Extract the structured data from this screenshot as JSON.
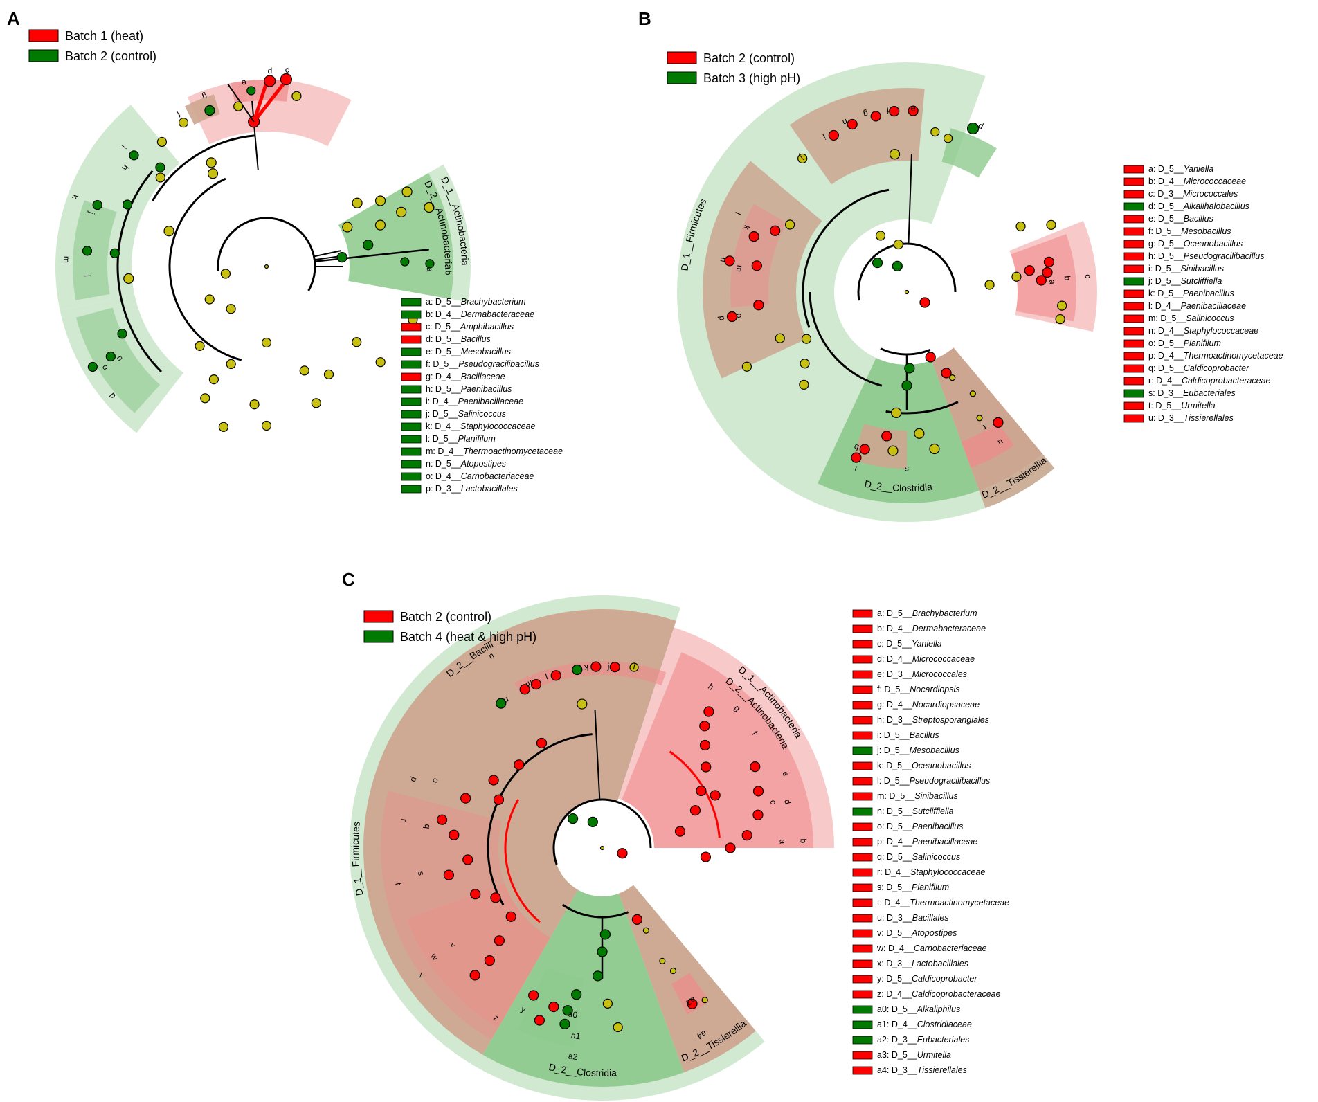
{
  "colors": {
    "enriched_red": "#ff0000",
    "enriched_green": "#007a00",
    "neutral_node": "#c8c010",
    "sector_red_light": "#f8c6c6",
    "sector_red_mid": "#f08a8a",
    "sector_green_light": "#cde8cd",
    "sector_green_mid": "#8fca8f",
    "sector_brown": "#cda690",
    "branch": "#000000"
  },
  "panels": [
    {
      "id": "A",
      "label": "A",
      "legend": [
        {
          "label": "Batch 1 (heat)",
          "color": "red"
        },
        {
          "label": "Batch 2 (control)",
          "color": "green"
        }
      ],
      "clade_labels": [
        {
          "text": "D_1__Actinobacteria"
        },
        {
          "text": "D_2__Actinobacteria"
        }
      ],
      "sector_letters": [
        "g",
        "e",
        "d",
        "c",
        "f",
        "i",
        "h",
        "k",
        "j",
        "m",
        "l",
        "p",
        "o",
        "n",
        "a",
        "b"
      ],
      "key": [
        {
          "code": "a",
          "level": "D_5",
          "taxon": "Brachybacterium",
          "color": "green"
        },
        {
          "code": "b",
          "level": "D_4",
          "taxon": "Dermabacteraceae",
          "color": "green"
        },
        {
          "code": "c",
          "level": "D_5",
          "taxon": "Amphibacillus",
          "color": "red"
        },
        {
          "code": "d",
          "level": "D_5",
          "taxon": "Bacillus",
          "color": "red"
        },
        {
          "code": "e",
          "level": "D_5",
          "taxon": "Mesobacillus",
          "color": "green"
        },
        {
          "code": "f",
          "level": "D_5",
          "taxon": "Pseudogracilibacillus",
          "color": "green"
        },
        {
          "code": "g",
          "level": "D_4",
          "taxon": "Bacillaceae",
          "color": "red"
        },
        {
          "code": "h",
          "level": "D_5",
          "taxon": "Paenibacillus",
          "color": "green"
        },
        {
          "code": "i",
          "level": "D_4",
          "taxon": "Paenibacillaceae",
          "color": "green"
        },
        {
          "code": "j",
          "level": "D_5",
          "taxon": "Salinicoccus",
          "color": "green"
        },
        {
          "code": "k",
          "level": "D_4",
          "taxon": "Staphylococcaceae",
          "color": "green"
        },
        {
          "code": "l",
          "level": "D_5",
          "taxon": "Planifilum",
          "color": "green"
        },
        {
          "code": "m",
          "level": "D_4",
          "taxon": "Thermoactinomycetaceae",
          "color": "green"
        },
        {
          "code": "n",
          "level": "D_5",
          "taxon": "Atopostipes",
          "color": "green"
        },
        {
          "code": "o",
          "level": "D_4",
          "taxon": "Carnobacteriaceae",
          "color": "green"
        },
        {
          "code": "p",
          "level": "D_3",
          "taxon": "Lactobacillales",
          "color": "green"
        }
      ]
    },
    {
      "id": "B",
      "label": "B",
      "legend": [
        {
          "label": "Batch 2 (control)",
          "color": "red"
        },
        {
          "label": "Batch 3 (high pH)",
          "color": "green"
        }
      ],
      "clade_labels": [
        {
          "text": "D_1__Firmicutes"
        },
        {
          "text": "D_2__Clostridia"
        },
        {
          "text": "D_2__Tissierellia"
        }
      ],
      "sector_letters": [
        "d",
        "e",
        "f",
        "g",
        "h",
        "i",
        "j",
        "l",
        "k",
        "n",
        "m",
        "p",
        "o",
        "a",
        "b",
        "c",
        "s",
        "r",
        "q",
        "u",
        "t"
      ],
      "key": [
        {
          "code": "a",
          "level": "D_5",
          "taxon": "Yaniella",
          "color": "red"
        },
        {
          "code": "b",
          "level": "D_4",
          "taxon": "Micrococcaceae",
          "color": "red"
        },
        {
          "code": "c",
          "level": "D_3",
          "taxon": "Micrococcales",
          "color": "red"
        },
        {
          "code": "d",
          "level": "D_5",
          "taxon": "Alkalihalobacillus",
          "color": "green"
        },
        {
          "code": "e",
          "level": "D_5",
          "taxon": "Bacillus",
          "color": "red"
        },
        {
          "code": "f",
          "level": "D_5",
          "taxon": "Mesobacillus",
          "color": "red"
        },
        {
          "code": "g",
          "level": "D_5",
          "taxon": "Oceanobacillus",
          "color": "red"
        },
        {
          "code": "h",
          "level": "D_5",
          "taxon": "Pseudogracilibacillus",
          "color": "red"
        },
        {
          "code": "i",
          "level": "D_5",
          "taxon": "Sinibacillus",
          "color": "red"
        },
        {
          "code": "j",
          "level": "D_5",
          "taxon": "Sutcliffiella",
          "color": "green"
        },
        {
          "code": "k",
          "level": "D_5",
          "taxon": "Paenibacillus",
          "color": "red"
        },
        {
          "code": "l",
          "level": "D_4",
          "taxon": "Paenibacillaceae",
          "color": "red"
        },
        {
          "code": "m",
          "level": "D_5",
          "taxon": "Salinicoccus",
          "color": "red"
        },
        {
          "code": "n",
          "level": "D_4",
          "taxon": "Staphylococcaceae",
          "color": "red"
        },
        {
          "code": "o",
          "level": "D_5",
          "taxon": "Planifilum",
          "color": "red"
        },
        {
          "code": "p",
          "level": "D_4",
          "taxon": "Thermoactinomycetaceae",
          "color": "red"
        },
        {
          "code": "q",
          "level": "D_5",
          "taxon": "Caldicoprobacter",
          "color": "red"
        },
        {
          "code": "r",
          "level": "D_4",
          "taxon": "Caldicoprobacteraceae",
          "color": "red"
        },
        {
          "code": "s",
          "level": "D_3",
          "taxon": "Eubacteriales",
          "color": "green"
        },
        {
          "code": "t",
          "level": "D_5",
          "taxon": "Urmitella",
          "color": "red"
        },
        {
          "code": "u",
          "level": "D_3",
          "taxon": "Tissierellales",
          "color": "red"
        }
      ]
    },
    {
      "id": "C",
      "label": "C",
      "legend": [
        {
          "label": "Batch 2 (control)",
          "color": "red"
        },
        {
          "label": "Batch 4 (heat & high pH)",
          "color": "green"
        }
      ],
      "clade_labels": [
        {
          "text": "D_1__Firmicutes"
        },
        {
          "text": "D_2__Bacilli"
        },
        {
          "text": "D_1__Actinobacteria"
        },
        {
          "text": "D_2__Actinobacteria"
        },
        {
          "text": "D_2__Clostridia"
        },
        {
          "text": "D_2__Tissierellia"
        }
      ],
      "sector_letters": [
        "u",
        "i",
        "j",
        "k",
        "l",
        "m",
        "n",
        "o",
        "p",
        "q",
        "r",
        "s",
        "t",
        "v",
        "w",
        "x",
        "h",
        "g",
        "f",
        "e",
        "d",
        "c",
        "a",
        "b",
        "y",
        "z",
        "a0",
        "a1",
        "a2",
        "a3",
        "a4"
      ],
      "key": [
        {
          "code": "a",
          "level": "D_5",
          "taxon": "Brachybacterium",
          "color": "red"
        },
        {
          "code": "b",
          "level": "D_4",
          "taxon": "Dermabacteraceae",
          "color": "red"
        },
        {
          "code": "c",
          "level": "D_5",
          "taxon": "Yaniella",
          "color": "red"
        },
        {
          "code": "d",
          "level": "D_4",
          "taxon": "Micrococcaceae",
          "color": "red"
        },
        {
          "code": "e",
          "level": "D_3",
          "taxon": "Micrococcales",
          "color": "red"
        },
        {
          "code": "f",
          "level": "D_5",
          "taxon": "Nocardiopsis",
          "color": "red"
        },
        {
          "code": "g",
          "level": "D_4",
          "taxon": "Nocardiopsaceae",
          "color": "red"
        },
        {
          "code": "h",
          "level": "D_3",
          "taxon": "Streptosporangiales",
          "color": "red"
        },
        {
          "code": "i",
          "level": "D_5",
          "taxon": "Bacillus",
          "color": "red"
        },
        {
          "code": "j",
          "level": "D_5",
          "taxon": "Mesobacillus",
          "color": "green"
        },
        {
          "code": "k",
          "level": "D_5",
          "taxon": "Oceanobacillus",
          "color": "red"
        },
        {
          "code": "l",
          "level": "D_5",
          "taxon": "Pseudogracilibacillus",
          "color": "red"
        },
        {
          "code": "m",
          "level": "D_5",
          "taxon": "Sinibacillus",
          "color": "red"
        },
        {
          "code": "n",
          "level": "D_5",
          "taxon": "Sutcliffiella",
          "color": "green"
        },
        {
          "code": "o",
          "level": "D_5",
          "taxon": "Paenibacillus",
          "color": "red"
        },
        {
          "code": "p",
          "level": "D_4",
          "taxon": "Paenibacillaceae",
          "color": "red"
        },
        {
          "code": "q",
          "level": "D_5",
          "taxon": "Salinicoccus",
          "color": "red"
        },
        {
          "code": "r",
          "level": "D_4",
          "taxon": "Staphylococcaceae",
          "color": "red"
        },
        {
          "code": "s",
          "level": "D_5",
          "taxon": "Planifilum",
          "color": "red"
        },
        {
          "code": "t",
          "level": "D_4",
          "taxon": "Thermoactinomycetaceae",
          "color": "red"
        },
        {
          "code": "u",
          "level": "D_3",
          "taxon": "Bacillales",
          "color": "red"
        },
        {
          "code": "v",
          "level": "D_5",
          "taxon": "Atopostipes",
          "color": "red"
        },
        {
          "code": "w",
          "level": "D_4",
          "taxon": "Carnobacteriaceae",
          "color": "red"
        },
        {
          "code": "x",
          "level": "D_3",
          "taxon": "Lactobacillales",
          "color": "red"
        },
        {
          "code": "y",
          "level": "D_5",
          "taxon": "Caldicoprobacter",
          "color": "red"
        },
        {
          "code": "z",
          "level": "D_4",
          "taxon": "Caldicoprobacteraceae",
          "color": "red"
        },
        {
          "code": "a0",
          "level": "D_5",
          "taxon": "Alkaliphilus",
          "color": "green"
        },
        {
          "code": "a1",
          "level": "D_4",
          "taxon": "Clostridiaceae",
          "color": "green"
        },
        {
          "code": "a2",
          "level": "D_3",
          "taxon": "Eubacteriales",
          "color": "green"
        },
        {
          "code": "a3",
          "level": "D_5",
          "taxon": "Urmitella",
          "color": "red"
        },
        {
          "code": "a4",
          "level": "D_3",
          "taxon": "Tissierellales",
          "color": "red"
        }
      ]
    }
  ]
}
